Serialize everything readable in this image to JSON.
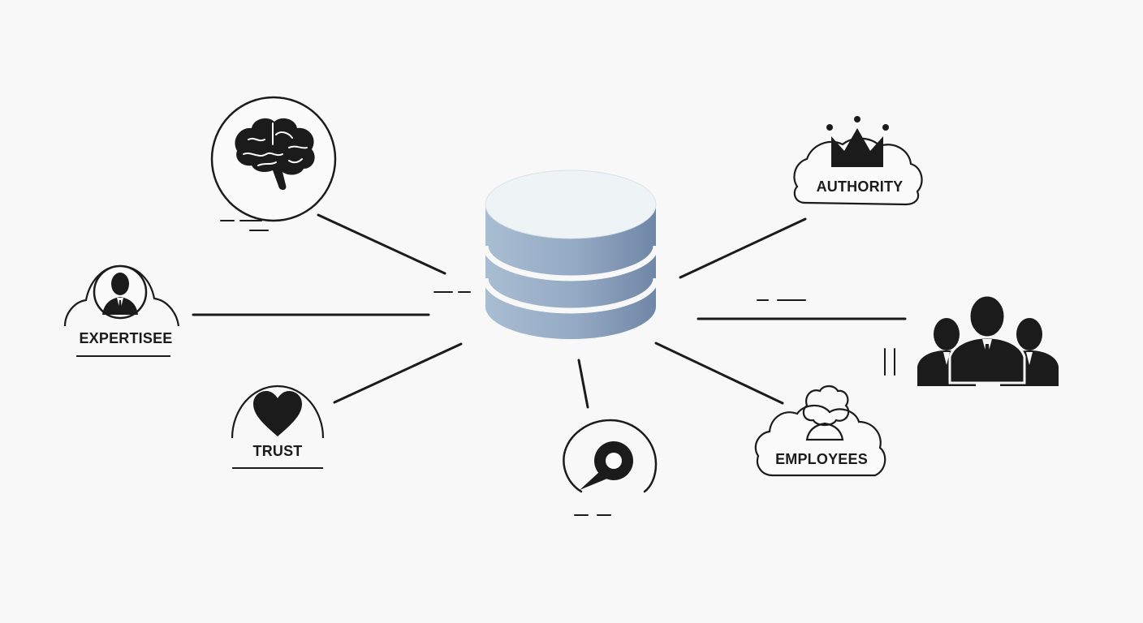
{
  "nodes": {
    "expertise": {
      "label": "EXPERTISEE",
      "icon": "businessman-icon"
    },
    "trust": {
      "label": "TRUST",
      "icon": "heart-icon"
    },
    "authority": {
      "label": "AUTHORITY",
      "icon": "crown-icon"
    },
    "employees": {
      "label": "EMPLOYEES",
      "icon": "person-outline-icon"
    },
    "knowledge": {
      "icon": "brain-icon"
    },
    "communication": {
      "icon": "speech-bubble-icon"
    },
    "team": {
      "icon": "team-icon"
    }
  },
  "hub": {
    "icon": "database-icon"
  },
  "colors": {
    "ink": "#1b1b1b",
    "db_top": "#eef3f6",
    "db_body_light": "#a9bdd2",
    "db_body_dark": "#6f86a6"
  }
}
